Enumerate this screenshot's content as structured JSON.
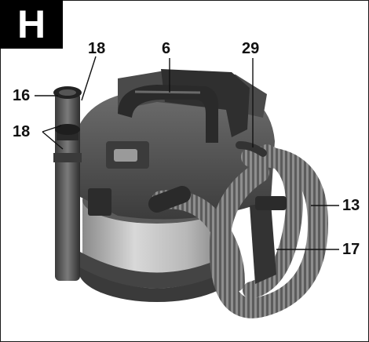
{
  "figure": {
    "badge": "H",
    "labels": {
      "hose_clamp_top": "18",
      "handle": "6",
      "hose_fastener": "29",
      "accessory_pipe": "16",
      "clamps_side": "18",
      "suction_hose": "13",
      "hose_hook": "17"
    }
  }
}
